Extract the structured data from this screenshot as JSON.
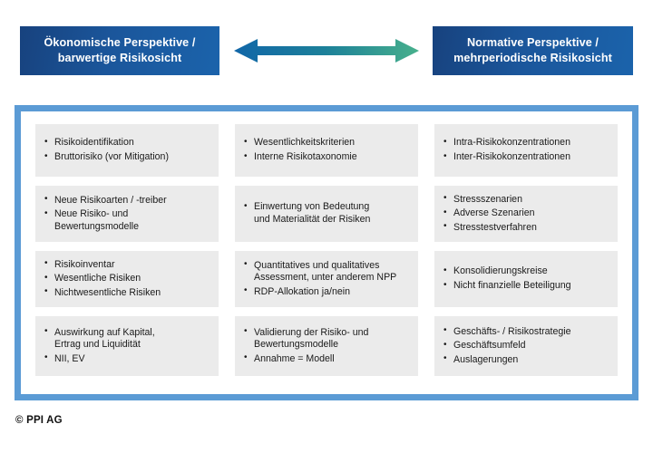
{
  "header": {
    "left_box": {
      "label": "Ökonomische Perspektive /\nbarwertige Risikosicht"
    },
    "right_box": {
      "label": "Normative Perspektive /\nmehrperiodische Risikosicht"
    },
    "arrow": {
      "name": "double-headed-arrow",
      "color_start": "#1f6fb5",
      "color_end": "#3aa88f"
    }
  },
  "frame": {
    "border_color": "#5b9bd5",
    "cell_bg": "#ebebeb"
  },
  "grid": {
    "columns": 3,
    "rows": 4,
    "cells": [
      {
        "id": "r1c1",
        "items": [
          "Risikoidentifikation",
          "Bruttorisiko (vor Mitigation)"
        ]
      },
      {
        "id": "r1c2",
        "items": [
          "Wesentlichkeitskriterien",
          "Interne Risikotaxonomie"
        ]
      },
      {
        "id": "r1c3",
        "items": [
          "Intra-Risikokonzentrationen",
          "Inter-Risikokonzentrationen"
        ]
      },
      {
        "id": "r2c1",
        "items": [
          "Neue Risikoarten / -treiber",
          "Neue Risiko- und\nBewertungsmodelle"
        ]
      },
      {
        "id": "r2c2",
        "items": [
          "Einwertung von Bedeutung\nund Materialität der Risiken"
        ]
      },
      {
        "id": "r2c3",
        "items": [
          "Stressszenarien",
          "Adverse Szenarien",
          "Stresstestverfahren"
        ]
      },
      {
        "id": "r3c1",
        "items": [
          "Risikoinventar",
          "Wesentliche Risiken",
          "Nichtwesentliche Risiken"
        ]
      },
      {
        "id": "r3c2",
        "items": [
          "Quantitatives und qualitatives\nAssessment, unter anderem NPP",
          "RDP-Allokation ja/nein"
        ]
      },
      {
        "id": "r3c3",
        "items": [
          "Konsolidierungskreise",
          "Nicht finanzielle Beteiligung"
        ]
      },
      {
        "id": "r4c1",
        "items": [
          "Auswirkung auf Kapital,\nErtrag und Liquidität",
          "NII, EV"
        ]
      },
      {
        "id": "r4c2",
        "items": [
          "Validierung der Risiko- und\nBewertungsmodelle",
          "Annahme = Modell"
        ]
      },
      {
        "id": "r4c3",
        "items": [
          "Geschäfts- / Risikostrategie",
          "Geschäftsumfeld",
          "Auslagerungen"
        ]
      }
    ]
  },
  "footer": {
    "copyright": "© PPI AG"
  }
}
